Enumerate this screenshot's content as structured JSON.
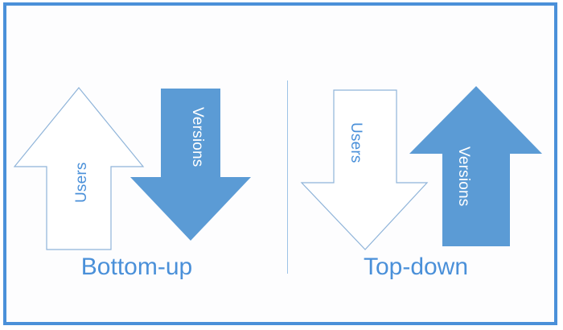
{
  "diagram": {
    "title_visible": false,
    "colors": {
      "frame_border": "#4A90D9",
      "arrow_fill": "#5B9BD5",
      "arrow_outline_stroke": "#8FB4D9",
      "caption_text": "#4A90D9",
      "label_on_fill_text": "#FFFFFF",
      "label_outline_text": "#4A90D9",
      "divider": "#9DC3E6",
      "background": "#FFFFFF"
    },
    "panels": [
      {
        "id": "bottom-up",
        "caption": "Bottom-up",
        "arrows": [
          {
            "id": "bottom-up-users",
            "label": "Users",
            "direction": "up",
            "style": "outline",
            "text_orientation": "bottom-to-top"
          },
          {
            "id": "bottom-up-versions",
            "label": "Versions",
            "direction": "down",
            "style": "filled",
            "text_orientation": "top-to-bottom"
          }
        ]
      },
      {
        "id": "top-down",
        "caption": "Top-down",
        "arrows": [
          {
            "id": "top-down-users",
            "label": "Users",
            "direction": "down",
            "style": "outline",
            "text_orientation": "top-to-bottom"
          },
          {
            "id": "top-down-versions",
            "label": "Versions",
            "direction": "up",
            "style": "filled",
            "text_orientation": "top-to-bottom"
          }
        ]
      }
    ],
    "divider": {
      "orientation": "vertical",
      "present": true
    }
  }
}
